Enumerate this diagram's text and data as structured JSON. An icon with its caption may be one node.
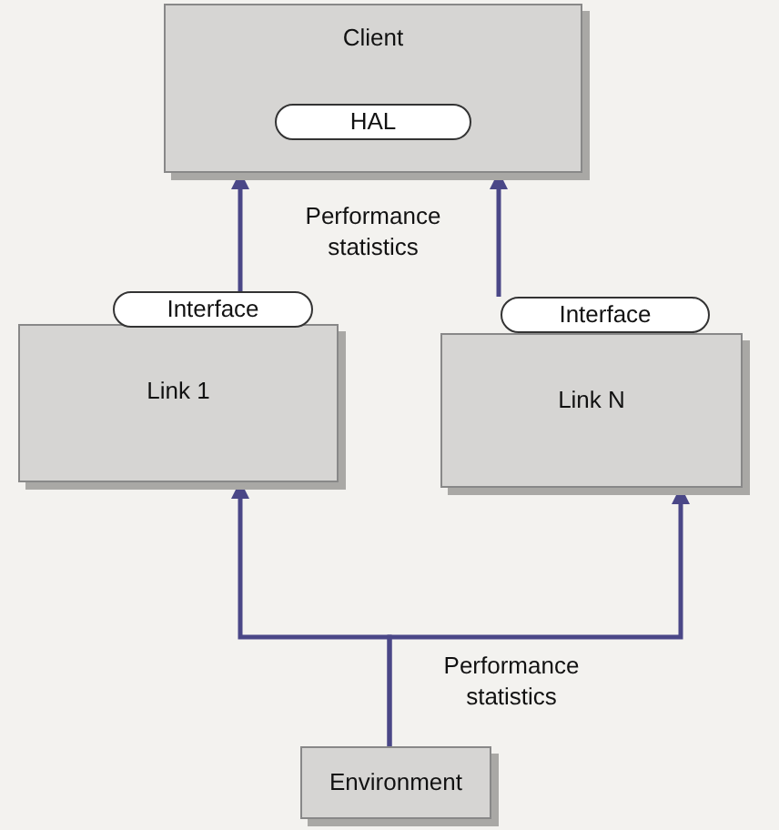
{
  "diagram": {
    "nodes": [
      {
        "text": [
          "Client"
        ]
      },
      {
        "text": [
          "HAL"
        ],
        "in": 0
      },
      {
        "text": [
          "Interface"
        ]
      },
      {
        "text": [
          "Link 1"
        ]
      },
      {
        "text": [
          "Interface"
        ]
      },
      {
        "text": [
          "Link N"
        ]
      },
      {
        "text": [
          "Environment"
        ]
      }
    ],
    "edges": [
      {
        "from": 2,
        "to": 0,
        "arrow": "to",
        "label": "Performance statistics"
      },
      {
        "from": 4,
        "to": 0,
        "arrow": "to"
      },
      {
        "from": 6,
        "to": 3,
        "arrow": "to",
        "label": "Performance statistics"
      },
      {
        "from": 6,
        "to": 5,
        "arrow": "to"
      }
    ]
  }
}
